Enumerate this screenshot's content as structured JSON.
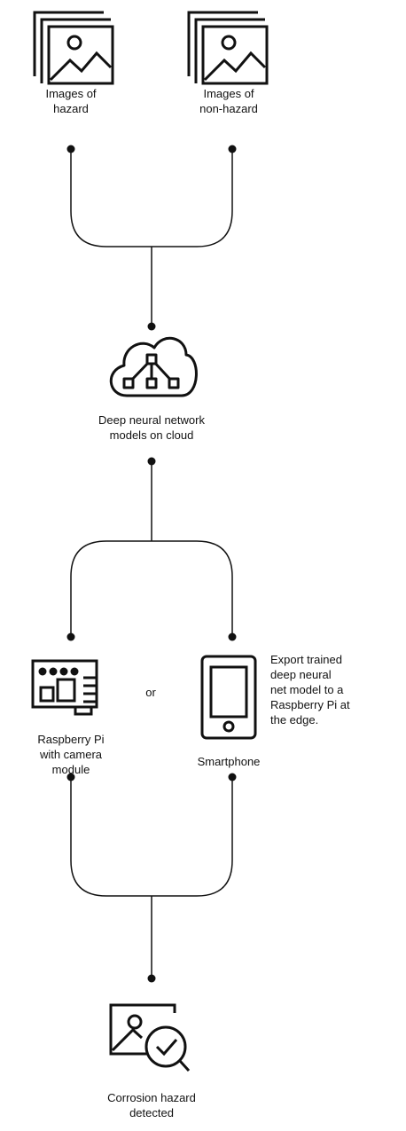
{
  "nodes": {
    "hazard_images": {
      "label_line1": "Images of",
      "label_line2": "hazard"
    },
    "nonhazard_images": {
      "label_line1": "Images of",
      "label_line2": "non-hazard"
    },
    "cloud_models": {
      "label_line1": "Deep neural network",
      "label_line2": "models on cloud"
    },
    "raspberry_pi": {
      "label_line1": "Raspberry Pi",
      "label_line2": "with camera",
      "label_line3": "module"
    },
    "or_text": "or",
    "smartphone": {
      "label": "Smartphone"
    },
    "export_note": {
      "line1": "Export trained",
      "line2": "deep neural",
      "line3": "net model to a",
      "line4": "Raspberry Pi at",
      "line5": "the edge."
    },
    "detection": {
      "label_line1": "Corrosion hazard",
      "label_line2": "detected"
    }
  },
  "icons": {
    "hazard_images": "image-stack-icon",
    "nonhazard_images": "image-stack-icon",
    "cloud_models": "cloud-network-icon",
    "raspberry_pi": "circuit-board-icon",
    "smartphone": "smartphone-icon",
    "detection": "image-check-icon"
  },
  "colors": {
    "stroke": "#111111",
    "background": "#ffffff"
  }
}
